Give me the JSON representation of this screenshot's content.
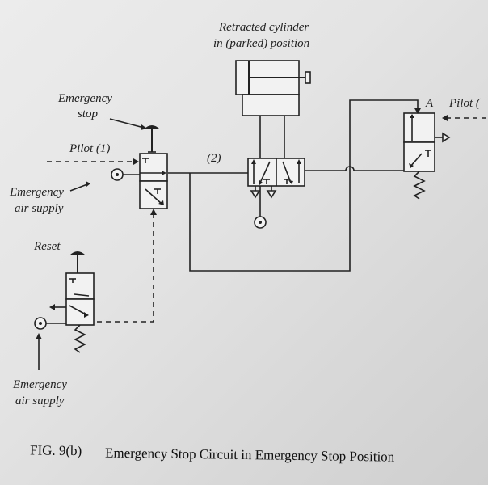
{
  "labels": {
    "cylinder_line1": "Retracted cylinder",
    "cylinder_line2": "in (parked) position",
    "emergency_stop_line1": "Emergency",
    "emergency_stop_line2": "stop",
    "pilot1": "Pilot (1)",
    "line2": "(2)",
    "supply1_line1": "Emergency",
    "supply1_line2": "air supply",
    "port_a": "A",
    "pilot_right": "Pilot (",
    "reset": "Reset",
    "supply2_line1": "Emergency",
    "supply2_line2": "air supply"
  },
  "caption": {
    "fig": "FIG. 9(b)",
    "title": "Emergency Stop Circuit in Emergency Stop Position"
  }
}
